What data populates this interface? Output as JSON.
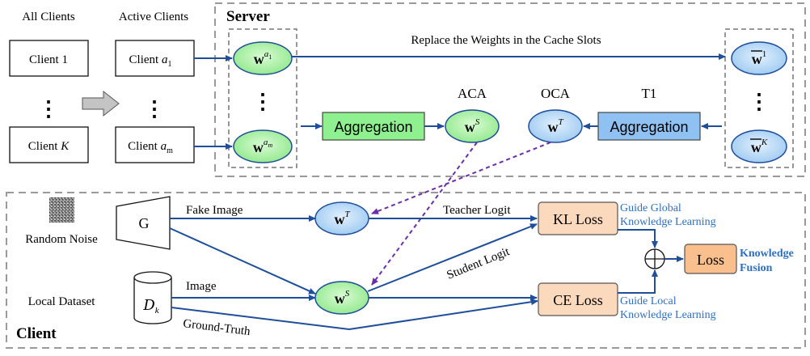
{
  "left": {
    "all_clients_title": "All Clients",
    "active_clients_title": "Active Clients",
    "client_1": "Client 1",
    "client_k_prefix": "Client ",
    "client_k_var": "K",
    "client_a_prefix": "Client ",
    "client_a_var": "a",
    "client_a1_sub": "1",
    "client_am_sub": "m"
  },
  "server": {
    "title": "Server",
    "replace_label": "Replace the Weights in the Cache Slots",
    "aggregation_green": "Aggregation",
    "aggregation_blue": "Aggregation",
    "aca": "ACA",
    "oca": "OCA",
    "t1": "T1",
    "w_letter": "w",
    "a_sup": "a",
    "sub_1": "1",
    "sub_m": "m",
    "sup_S": "S",
    "sup_T": "T",
    "sup_1": "1",
    "sup_K": "K"
  },
  "client": {
    "title": "Client",
    "random_noise": "Random Noise",
    "generator": "G",
    "fake_image": "Fake Image",
    "local_dataset": "Local Dataset",
    "dataset_letter": "D",
    "dataset_sub": "k",
    "image": "Image",
    "ground_truth": "Ground-Truth",
    "teacher_logit": "Teacher Logit",
    "student_logit": "Student Logit",
    "kl_loss": "KL Loss",
    "ce_loss": "CE Loss",
    "loss": "Loss",
    "guide_global_1": "Guide Global",
    "guide_global_2": "Knowledge Learning",
    "guide_local_1": "Guide Local",
    "guide_local_2": "Knowledge Learning",
    "knowledge_1": "Knowledge",
    "knowledge_2": "Fusion",
    "w_letter": "w",
    "sup_T": "T",
    "sup_S": "S"
  },
  "colors": {
    "arrow": "#1f4e9a",
    "dashed_arrow": "#6a2fa8",
    "green_fill": "#8ff08f",
    "green_node": "#b6f3b0",
    "blue_fill": "#8fc2f2",
    "blue_node": "#b9d9f6",
    "peach_fill": "#fbd9bd",
    "orange_fill": "#f9c08d",
    "guide_text": "#2f6fbf",
    "fusion_text": "#2f6fbf",
    "frame": "#9a9a9a"
  }
}
